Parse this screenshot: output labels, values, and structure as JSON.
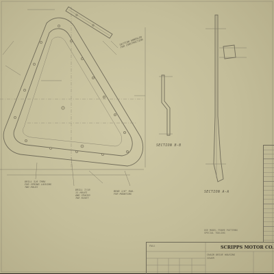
{
  "drawing": {
    "notes": {
      "top_note": "SECTION ANNEALED\nFOR CONSTRUCTION",
      "bottom_note_left": "DRILL 3/8 THRU\nFOR SPRING LOCKING\nTWO HOLES",
      "bottom_note_mid": "DRILL 7/16\n11 HOLES\nAND SPACED\nTHE RIVET",
      "bottom_note_right": "BEND 1/8\" RAD.\nFOR MOUNTING"
    },
    "sections": {
      "b_b": "SECTION B-B",
      "a_a": "SECTION A-A"
    },
    "title_block": {
      "company": "SCRIPPS MOTOR CO.",
      "stamp": "USE MODEL FRAME PATTERNS\nSPECIAL TOOLING",
      "description": "CHAIN DRIVE HOUSING\nCOVER",
      "scale": "FULL"
    }
  }
}
